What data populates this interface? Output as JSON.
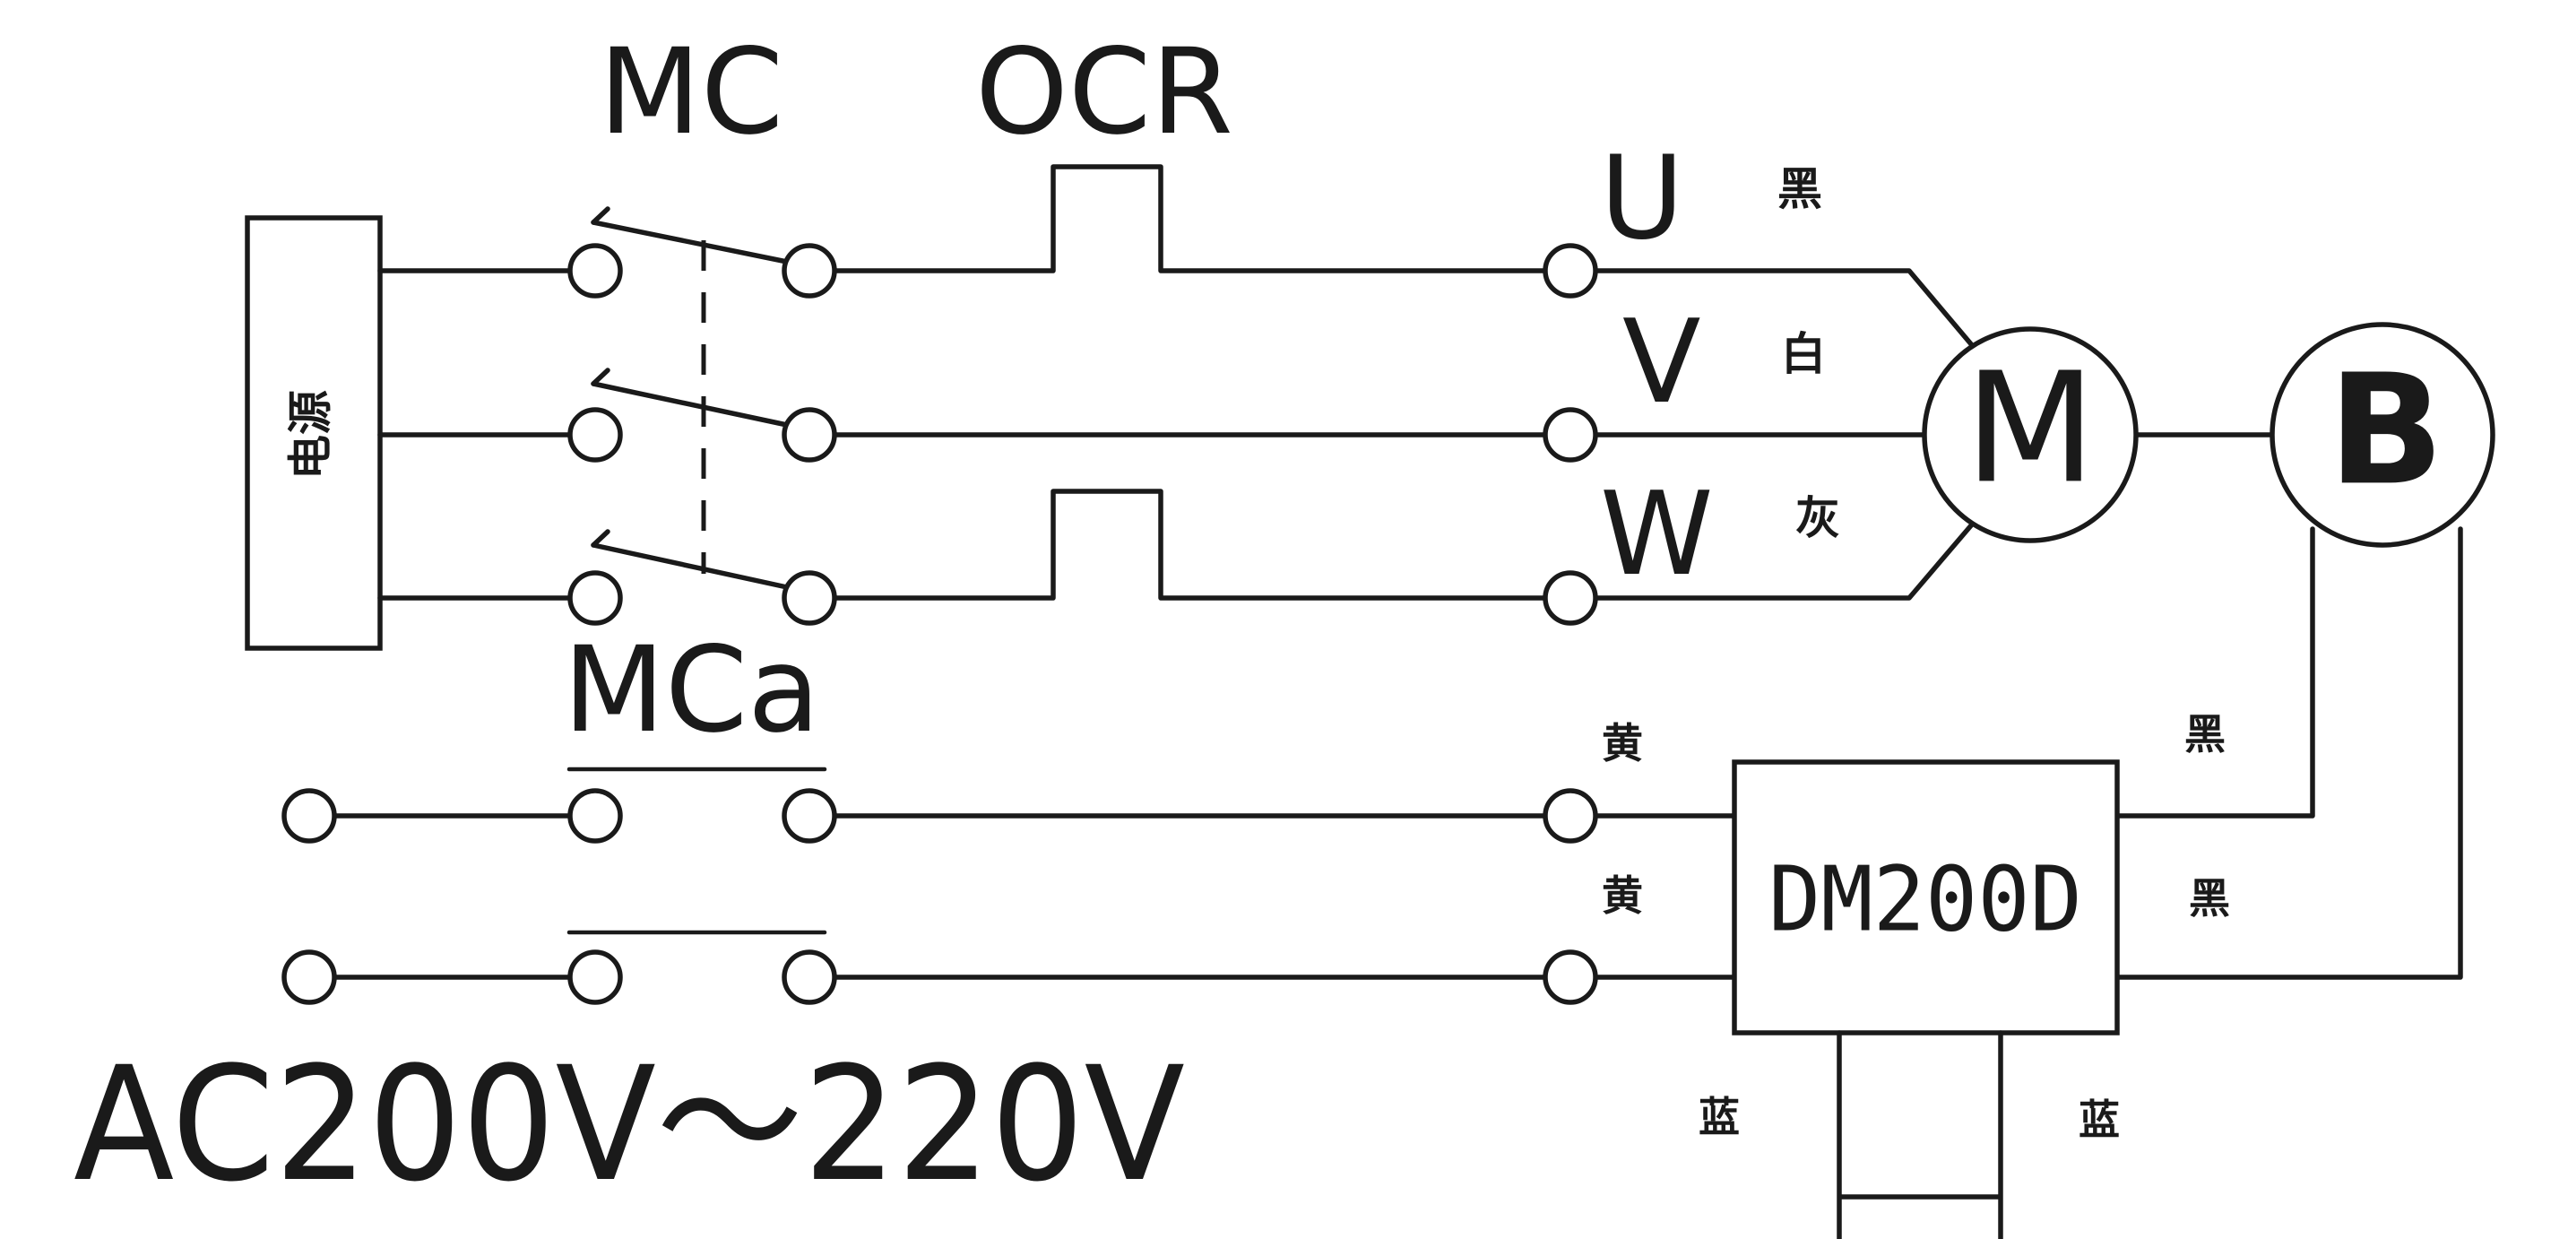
{
  "labels": {
    "mc": "MC",
    "ocr": "OCR",
    "mca": "MCa",
    "power": "电源",
    "u": "U",
    "v": "V",
    "w": "W",
    "motor": "M",
    "brake": "B",
    "rectifier": "DM200D",
    "supply": "AC200V～220V"
  },
  "wire_colors": {
    "u": "黑",
    "v": "白",
    "w": "灰",
    "input_top": "黄",
    "input_bottom": "黄",
    "output_top": "黑",
    "output_bottom": "黑",
    "bottom_left": "蓝",
    "bottom_right": "蓝"
  }
}
